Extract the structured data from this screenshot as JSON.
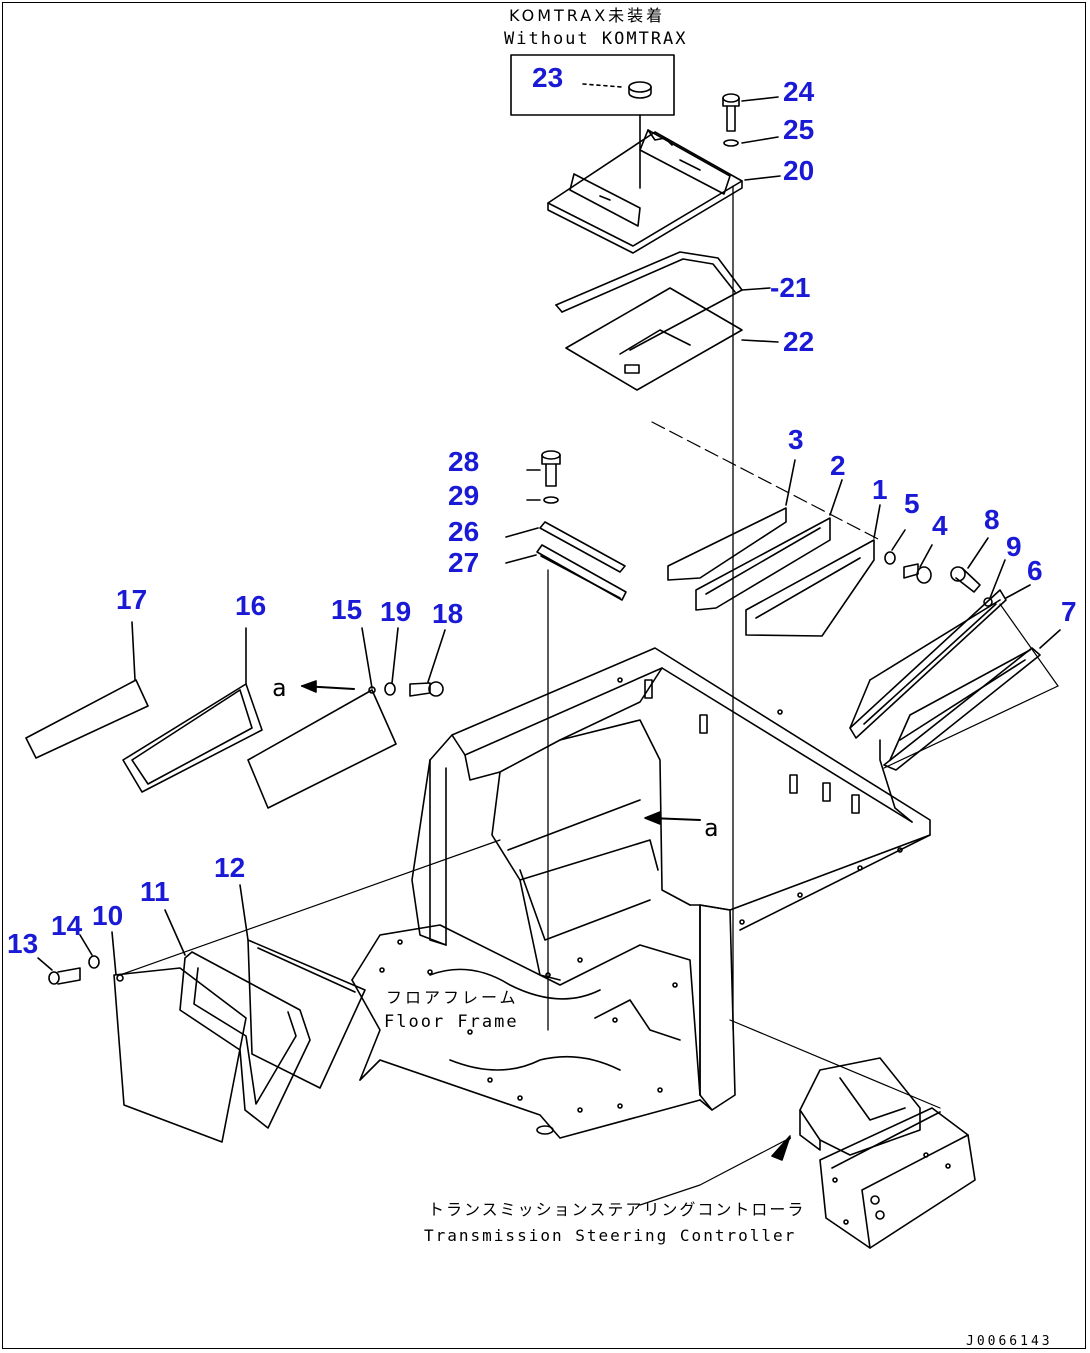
{
  "diagram": {
    "notes": {
      "komtrax_ja": "KOMTRAX未装着",
      "komtrax_en": "Without KOMTRAX",
      "floor_ja": "フロアフレーム",
      "floor_en": "Floor Frame",
      "controller_ja": "トランスミッションステアリングコントローラ",
      "controller_en": "Transmission Steering Controller",
      "ref_a": "a",
      "doc_id": "J0066143"
    },
    "callouts": [
      {
        "id": "23",
        "label": "23"
      },
      {
        "id": "24",
        "label": "24"
      },
      {
        "id": "25",
        "label": "25"
      },
      {
        "id": "20",
        "label": "20"
      },
      {
        "id": "21",
        "label": "-21"
      },
      {
        "id": "22",
        "label": "22"
      },
      {
        "id": "3",
        "label": "3"
      },
      {
        "id": "2",
        "label": "2"
      },
      {
        "id": "1",
        "label": "1"
      },
      {
        "id": "5",
        "label": "5"
      },
      {
        "id": "4",
        "label": "4"
      },
      {
        "id": "8",
        "label": "8"
      },
      {
        "id": "9",
        "label": "9"
      },
      {
        "id": "6",
        "label": "6"
      },
      {
        "id": "7",
        "label": "7"
      },
      {
        "id": "28",
        "label": "28"
      },
      {
        "id": "29",
        "label": "29"
      },
      {
        "id": "26",
        "label": "26"
      },
      {
        "id": "27",
        "label": "27"
      },
      {
        "id": "17",
        "label": "17"
      },
      {
        "id": "16",
        "label": "16"
      },
      {
        "id": "15",
        "label": "15"
      },
      {
        "id": "19",
        "label": "19"
      },
      {
        "id": "18",
        "label": "18"
      },
      {
        "id": "12",
        "label": "12"
      },
      {
        "id": "11",
        "label": "11"
      },
      {
        "id": "13",
        "label": "13"
      },
      {
        "id": "14",
        "label": "14"
      },
      {
        "id": "10",
        "label": "10"
      }
    ]
  }
}
